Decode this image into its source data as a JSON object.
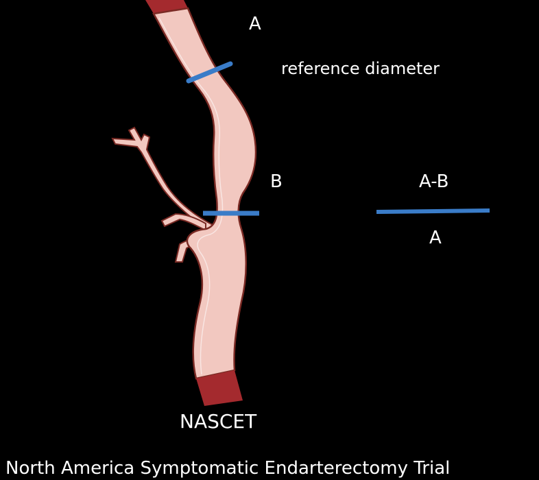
{
  "labels": {
    "point_a": "A",
    "reference": "reference diameter",
    "point_b": "B",
    "numerator": "A-B",
    "denominator": "A",
    "method": "NASCET",
    "trial": "North America Symptomatic Endarterectomy Trial"
  },
  "colors": {
    "background": "#000000",
    "vessel_fill": "#f2c8c0",
    "vessel_outline": "#7a2a24",
    "vessel_cut": "#a42a2e",
    "measure_line": "#3a7cc8",
    "text": "#ffffff"
  }
}
